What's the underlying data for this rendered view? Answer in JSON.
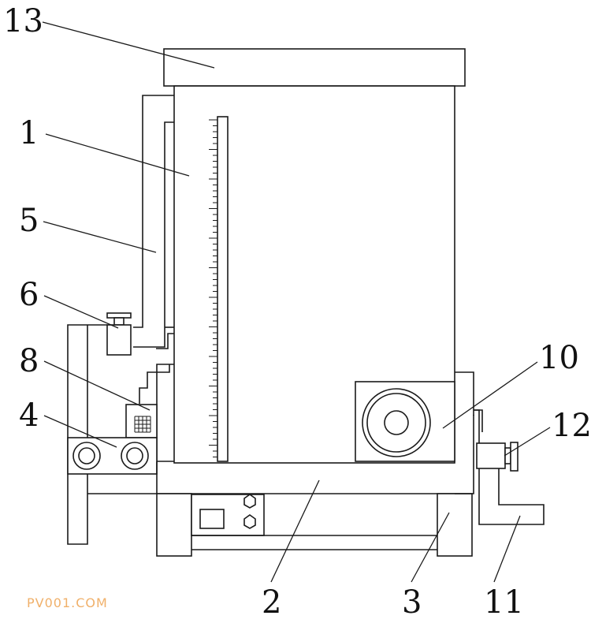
{
  "labels": {
    "l13": "13",
    "l1": "1",
    "l5": "5",
    "l6": "6",
    "l8": "8",
    "l4": "4",
    "l10": "10",
    "l12": "12",
    "l2": "2",
    "l3": "3",
    "l11": "11"
  },
  "watermark": "PV001.COM",
  "colors": {
    "line": "#1a1a1a",
    "watermark": "#f0b06a",
    "background": "#ffffff"
  }
}
